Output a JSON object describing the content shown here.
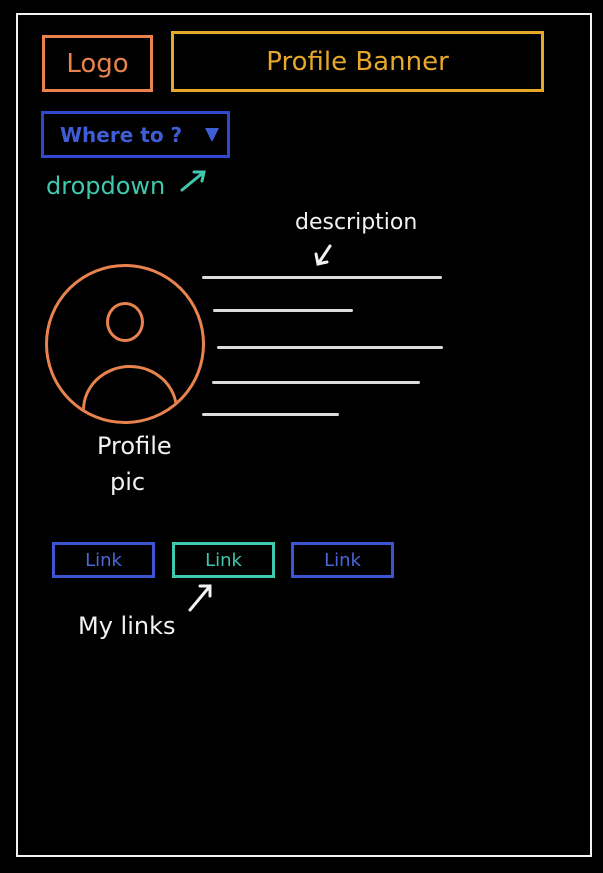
{
  "header": {
    "logo": "Logo",
    "banner": "Profile Banner"
  },
  "dropdown": {
    "selected": "Where to ?",
    "icon": "caret-down-icon"
  },
  "annotations": {
    "dropdown": "dropdown",
    "description": "description",
    "profile_pic_line1": "Profile",
    "profile_pic_line2": "pic",
    "links": "My links"
  },
  "links": [
    "Link",
    "Link",
    "Link"
  ],
  "colors": {
    "background": "#000000",
    "frame": "#f2f2f2",
    "orange": "#e8834f",
    "gold": "#e6a82a",
    "blue": "#3b55d4",
    "teal": "#3fc8ad",
    "white": "#f2f2f2"
  }
}
